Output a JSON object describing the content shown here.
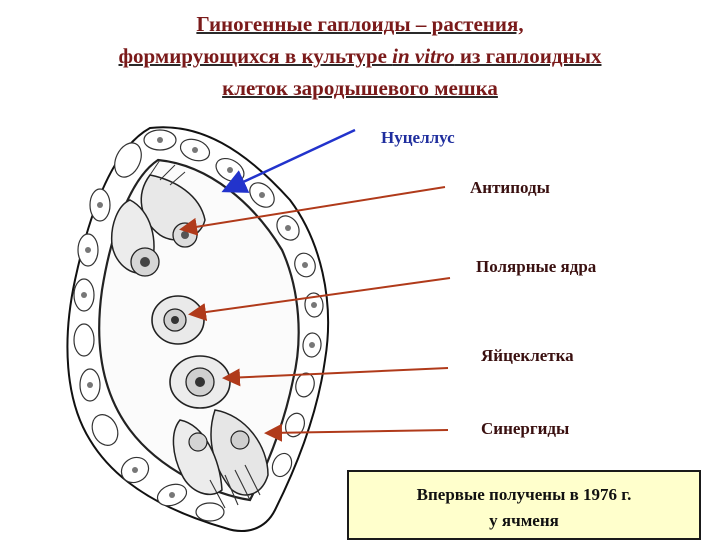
{
  "title": {
    "line1": "Гиногенные гаплоиды – растения,",
    "line2_before": "формирующихся в культуре ",
    "line2_em": "in vitro",
    "line2_after": " из гаплоидных",
    "line3": "клеток зародышевого мешка"
  },
  "labels": {
    "nucellus": "Нуцеллус",
    "antipodes": "Антиподы",
    "polar_nuclei": "Полярные ядра",
    "egg_cell": "Яйцеклетка",
    "synergids": "Синергиды"
  },
  "note": {
    "line1": "Впервые получены в 1976 г.",
    "line2": "у ячменя"
  },
  "colors": {
    "title": "#7a1a1a",
    "nucellus_label": "#1f2e9e",
    "nucellus_arrow": "#2233cc",
    "pointer_lines": "#b03a1a",
    "note_bg": "#ffffcc"
  }
}
